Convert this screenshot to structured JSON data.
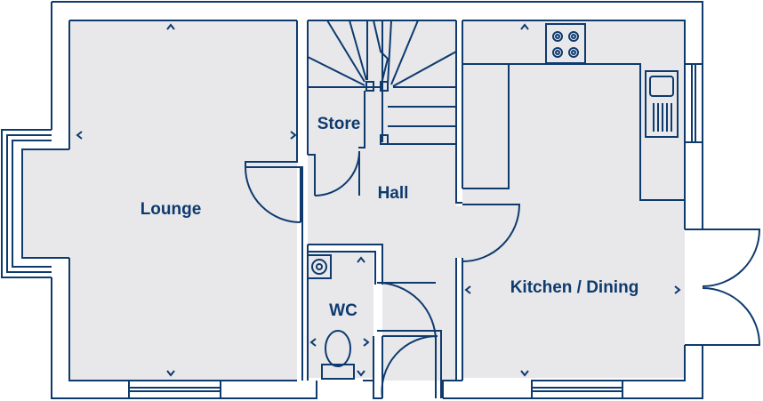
{
  "colors": {
    "wall": "#0e3a6e",
    "floor": "#e8e8ea",
    "background": "#ffffff"
  },
  "rooms": {
    "lounge": "Lounge",
    "store": "Store",
    "hall": "Hall",
    "wc": "WC",
    "kitchen_dining": "Kitchen / Dining"
  },
  "icons": [
    "dimension-arrow-icon",
    "hob-icon",
    "sink-icon",
    "basin-icon",
    "toilet-icon",
    "stair-break-icon"
  ]
}
